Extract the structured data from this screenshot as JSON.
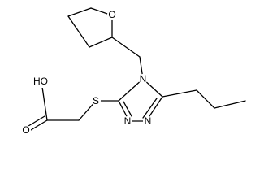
{
  "atoms": {
    "ring_oxygen": "O",
    "sulfur": "S",
    "ring_nitrogen_4": "N",
    "ring_nitrogen_1": "N",
    "ring_nitrogen_2": "N",
    "acid_hydroxyl": "HO",
    "carbonyl_oxygen": "O"
  },
  "colors": {
    "bond": "#000000",
    "label": "#000000",
    "background": "#ffffff"
  }
}
